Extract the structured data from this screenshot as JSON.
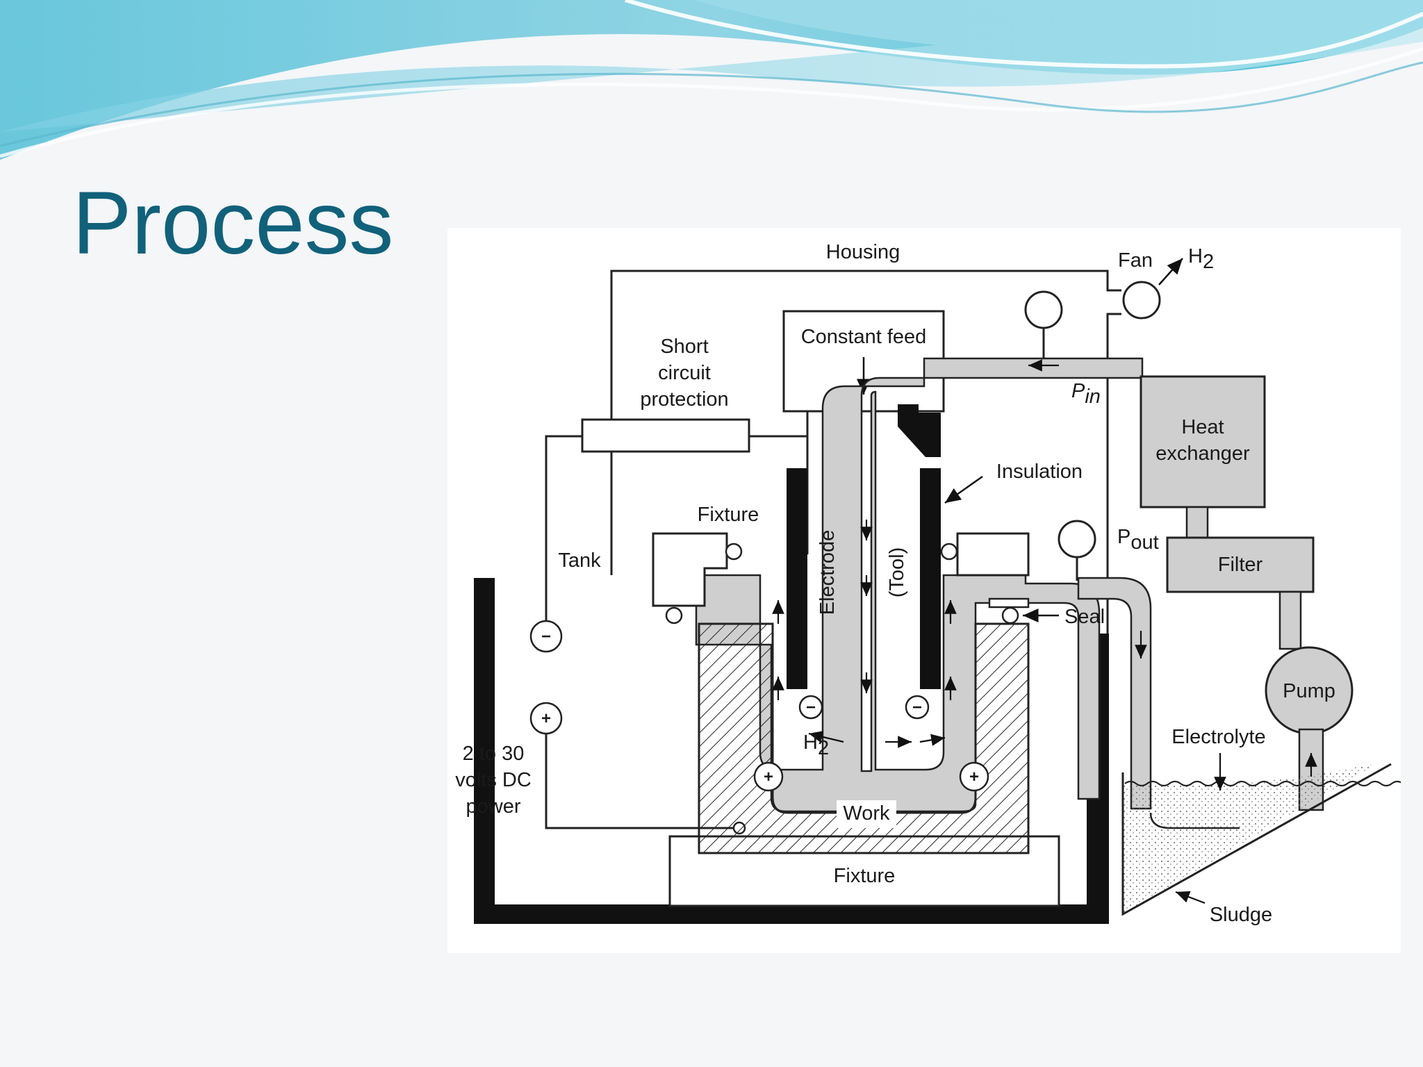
{
  "slide": {
    "title": "Process"
  },
  "diagram": {
    "labels": {
      "housing": "Housing",
      "fan": "Fan",
      "h2_out_main": "H",
      "h2_out_sub": "2",
      "constant_feed": "Constant feed",
      "short_circuit_line1": "Short",
      "short_circuit_line2": "circuit",
      "short_circuit_line3": "protection",
      "p_in_main": "P",
      "p_in_sub": "in",
      "heat_exchanger_line1": "Heat",
      "heat_exchanger_line2": "exchanger",
      "insulation": "Insulation",
      "fixture_top": "Fixture",
      "tank": "Tank",
      "electrode": "Electrode",
      "tool": "(Tool)",
      "p_out_main": "P",
      "p_out_sub": "out",
      "filter": "Filter",
      "seal": "Seal",
      "pump": "Pump",
      "h2_gap_main": "H",
      "h2_gap_sub": "2",
      "electrolyte": "Electrolyte",
      "power_line1": "2 to 30",
      "power_line2": "volts DC",
      "power_line3": "power",
      "work": "Work",
      "fixture_bottom": "Fixture",
      "sludge": "Sludge"
    },
    "symbols": {
      "negative": "−",
      "positive": "+"
    },
    "colors": {
      "fluid": "#cfcfcf",
      "metal": "#111111",
      "title": "#11617a"
    }
  }
}
